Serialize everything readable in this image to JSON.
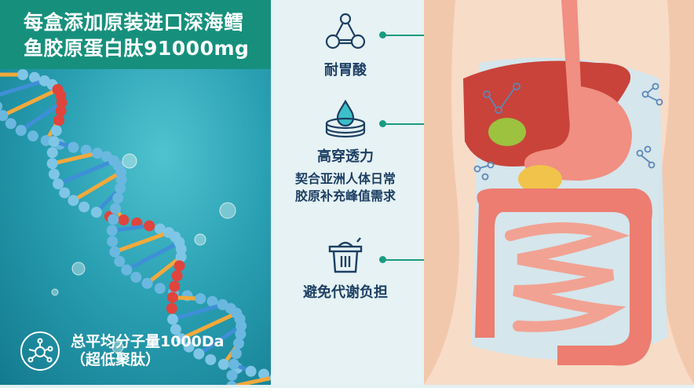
{
  "banner": {
    "line1": "每盒添加原装进口深海鳕",
    "line2": "鱼胶原蛋白肽91000mg"
  },
  "molecular_weight": {
    "icon": "molecule-icon",
    "line1": "总平均分子量1000Da",
    "line2": "（超低聚肽）"
  },
  "features": [
    {
      "icon": "molecule-triangle-icon",
      "label": "耐胃酸"
    },
    {
      "icon": "water-drop-disc-icon",
      "label": "高穿透力",
      "sub1": "契合亚洲人体日常",
      "sub2": "胶原补充峰值需求"
    },
    {
      "icon": "trash-basket-icon",
      "label": "避免代谢负担"
    }
  ],
  "colors": {
    "banner": "#16907c",
    "accent": "#1a9b80",
    "text": "#1d3f63"
  }
}
